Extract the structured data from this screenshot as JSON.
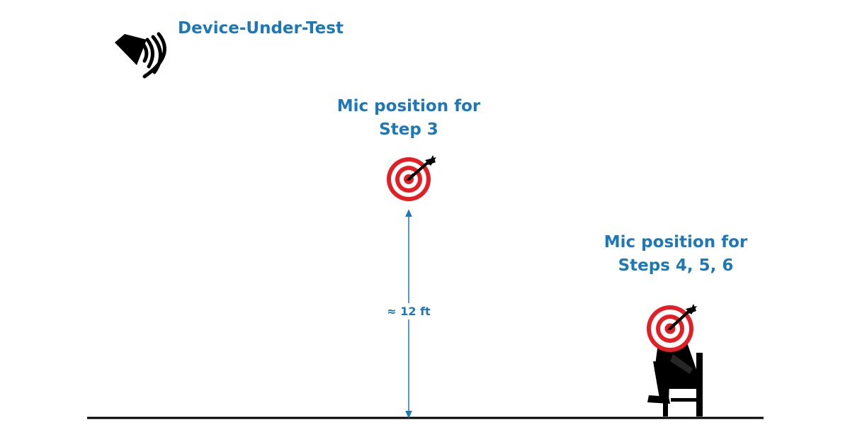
{
  "device": {
    "label": "Device-Under-Test",
    "icon": "speaker-icon"
  },
  "step3": {
    "line1": "Mic position for",
    "line2": "Step 3",
    "icon": "target-icon"
  },
  "steps456": {
    "line1": "Mic position for",
    "line2": "Steps 4, 5, 6",
    "icon": "target-icon"
  },
  "distance": {
    "label": "≈ 12 ft"
  },
  "colors": {
    "label": "#1d78b8",
    "target_red": "#e31e24",
    "ink": "#000000"
  }
}
